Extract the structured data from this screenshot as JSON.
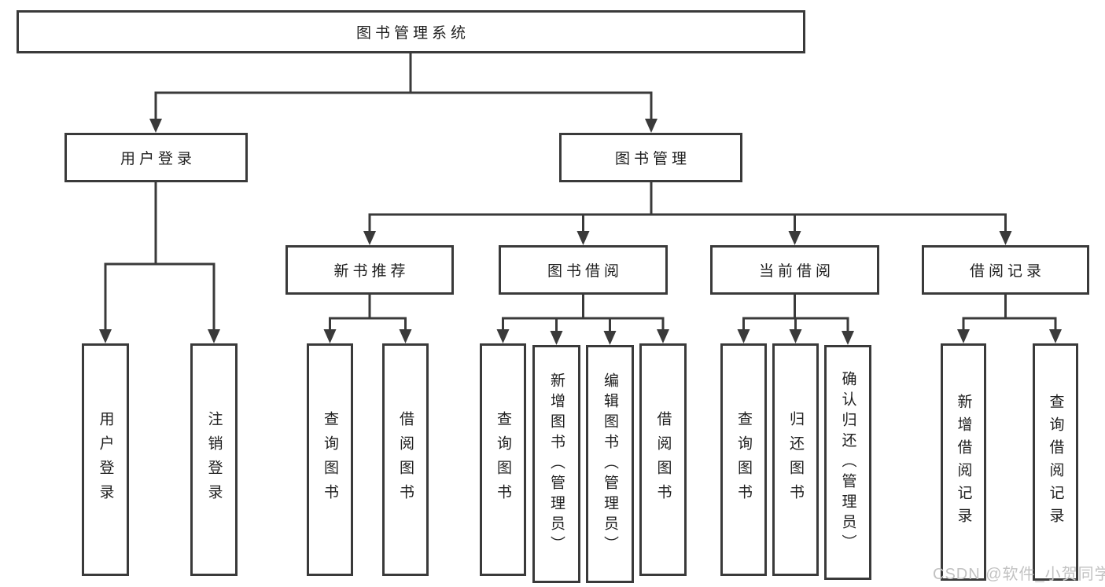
{
  "diagram": {
    "root": {
      "label": "图书管理系统"
    },
    "level2": [
      {
        "label": "用户登录"
      },
      {
        "label": "图书管理"
      }
    ],
    "level3": [
      {
        "label": "新书推荐"
      },
      {
        "label": "图书借阅"
      },
      {
        "label": "当前借阅"
      },
      {
        "label": "借阅记录"
      }
    ],
    "leaves": [
      {
        "label": "用户登录"
      },
      {
        "label": "注销登录"
      },
      {
        "label": "查询图书"
      },
      {
        "label": "借阅图书"
      },
      {
        "label": "查询图书"
      },
      {
        "label": "新增图书（管理员）"
      },
      {
        "label": "编辑图书（管理员）"
      },
      {
        "label": "借阅图书"
      },
      {
        "label": "查询图书"
      },
      {
        "label": "归还图书"
      },
      {
        "label": "确认归还（管理员）"
      },
      {
        "label": "新增借阅记录"
      },
      {
        "label": "查询借阅记录"
      }
    ]
  },
  "watermark": {
    "text": "CSDN @软件_小贺同学"
  },
  "colors": {
    "line": "#3a3a3a",
    "box_border": "#3a3a3a",
    "text": "#1f1f1f",
    "watermark": "#c2c2c2",
    "background": "#ffffff"
  }
}
